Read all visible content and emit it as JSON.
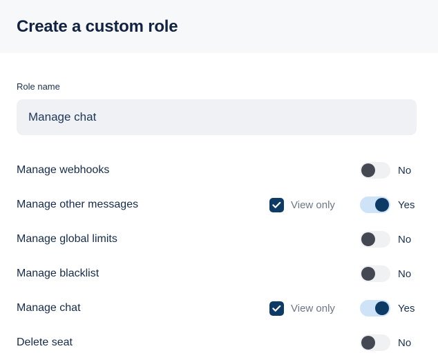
{
  "header": {
    "title": "Create a custom role",
    "background_color": "#f6f8fa",
    "title_color": "#122341"
  },
  "form": {
    "role_name": {
      "label": "Role name",
      "value": "Manage chat",
      "placeholder": "Role name"
    }
  },
  "colors": {
    "accent_navy": "#0e3a66",
    "toggle_on_track": "#cfe3f8",
    "toggle_off_knob": "#434853",
    "toggle_off_track": "#f0f1f3",
    "muted_text": "#6c7684",
    "label_text": "#152b4a"
  },
  "labels": {
    "view_only": "View only",
    "yes": "Yes",
    "no": "No"
  },
  "permissions": [
    {
      "label": "Manage webhooks",
      "has_view_only": false,
      "view_only_label": "View only",
      "view_only_checked": false,
      "enabled": false,
      "state_label": "No"
    },
    {
      "label": "Manage other messages",
      "has_view_only": true,
      "view_only_label": "View only",
      "view_only_checked": true,
      "enabled": true,
      "state_label": "Yes"
    },
    {
      "label": "Manage global limits",
      "has_view_only": false,
      "view_only_label": "View only",
      "view_only_checked": false,
      "enabled": false,
      "state_label": "No"
    },
    {
      "label": "Manage blacklist",
      "has_view_only": false,
      "view_only_label": "View only",
      "view_only_checked": false,
      "enabled": false,
      "state_label": "No"
    },
    {
      "label": "Manage chat",
      "has_view_only": true,
      "view_only_label": "View only",
      "view_only_checked": true,
      "enabled": true,
      "state_label": "Yes"
    },
    {
      "label": "Delete seat",
      "has_view_only": false,
      "view_only_label": "View only",
      "view_only_checked": false,
      "enabled": false,
      "state_label": "No"
    }
  ]
}
